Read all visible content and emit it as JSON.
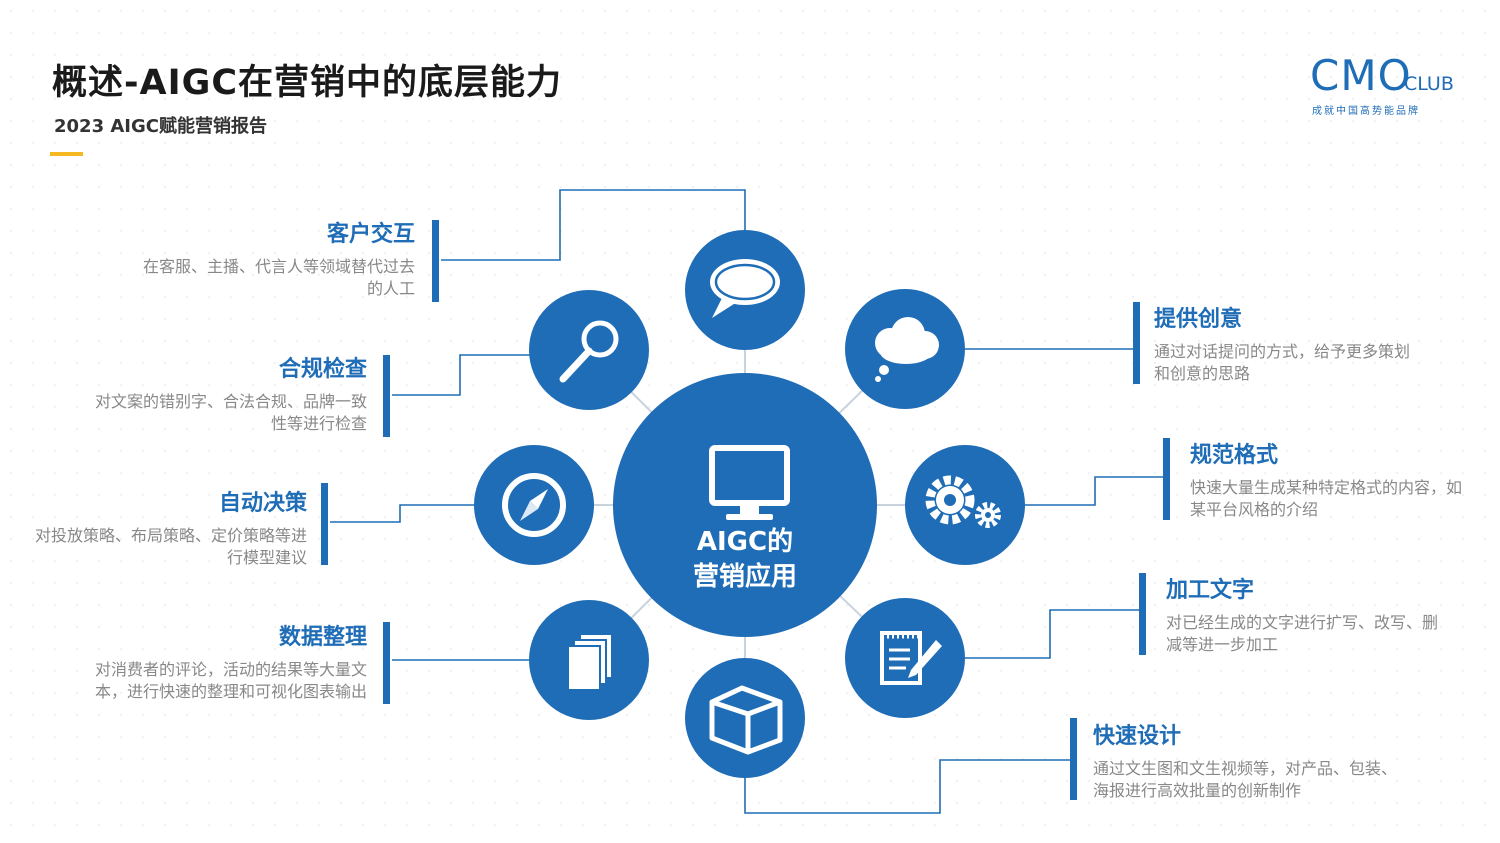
{
  "header": {
    "title": "概述-AIGC在营销中的底层能力",
    "subtitle": "2023 AIGC赋能营销报告"
  },
  "logo": {
    "main": "CMO",
    "club": "CLUB",
    "tagline": "成就中国高势能品牌"
  },
  "colors": {
    "brand_blue": "#1f6db6",
    "accent_yellow": "#f5b820",
    "desc_gray": "#888888"
  },
  "center": {
    "line1": "AIGC的",
    "line2": "营销应用",
    "icon": "monitor-icon"
  },
  "capabilities": [
    {
      "id": "customer-interaction",
      "title": "客户交互",
      "desc": "在客服、主播、代言人等领域替代过去的人工",
      "icon": "speech-bubble-icon"
    },
    {
      "id": "compliance-check",
      "title": "合规检查",
      "desc": "对文案的错别字、合法合规、品牌一致性等进行检查",
      "icon": "magnifier-icon"
    },
    {
      "id": "auto-decision",
      "title": "自动决策",
      "desc": "对投放策略、布局策略、定价策略等进行模型建议",
      "icon": "compass-icon"
    },
    {
      "id": "data-organize",
      "title": "数据整理",
      "desc": "对消费者的评论，活动的结果等大量文本，进行快速的整理和可视化图表输出",
      "icon": "documents-icon"
    },
    {
      "id": "provide-ideas",
      "title": "提供创意",
      "desc": "通过对话提问的方式，给予更多策划和创意的思路",
      "icon": "thought-cloud-icon"
    },
    {
      "id": "format-spec",
      "title": "规范格式",
      "desc": "快速大量生成某种特定格式的内容，如某平台风格的介绍",
      "icon": "gears-icon"
    },
    {
      "id": "text-processing",
      "title": "加工文字",
      "desc": "对已经生成的文字进行扩写、改写、删减等进一步加工",
      "icon": "notepad-pen-icon"
    },
    {
      "id": "quick-design",
      "title": "快速设计",
      "desc": "通过文生图和文生视频等，对产品、包装、海报进行高效批量的创新制作",
      "icon": "cube-icon"
    }
  ]
}
